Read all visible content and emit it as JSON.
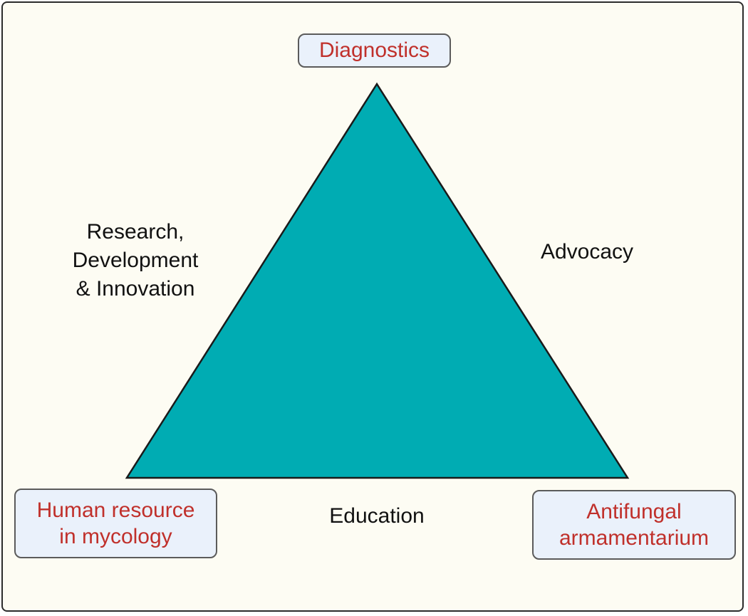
{
  "colors": {
    "background": "#fdfcf3",
    "triangle_fill": "#00acb3",
    "triangle_stroke": "#1a1a1a",
    "vertex_text": "#c0302b",
    "vertex_box_fill": "#eaf1fb",
    "edge_text": "#111111"
  },
  "vertices": {
    "top": {
      "label": "Diagnostics"
    },
    "bottom_left": {
      "lines": [
        "Human resource",
        "in mycology"
      ]
    },
    "bottom_right": {
      "lines": [
        "Antifungal",
        "armamentarium"
      ]
    }
  },
  "edges": {
    "left": {
      "lines": [
        "Research,",
        "Development",
        "& Innovation"
      ]
    },
    "right": {
      "label": "Advocacy"
    },
    "bottom": {
      "label": "Education"
    }
  }
}
